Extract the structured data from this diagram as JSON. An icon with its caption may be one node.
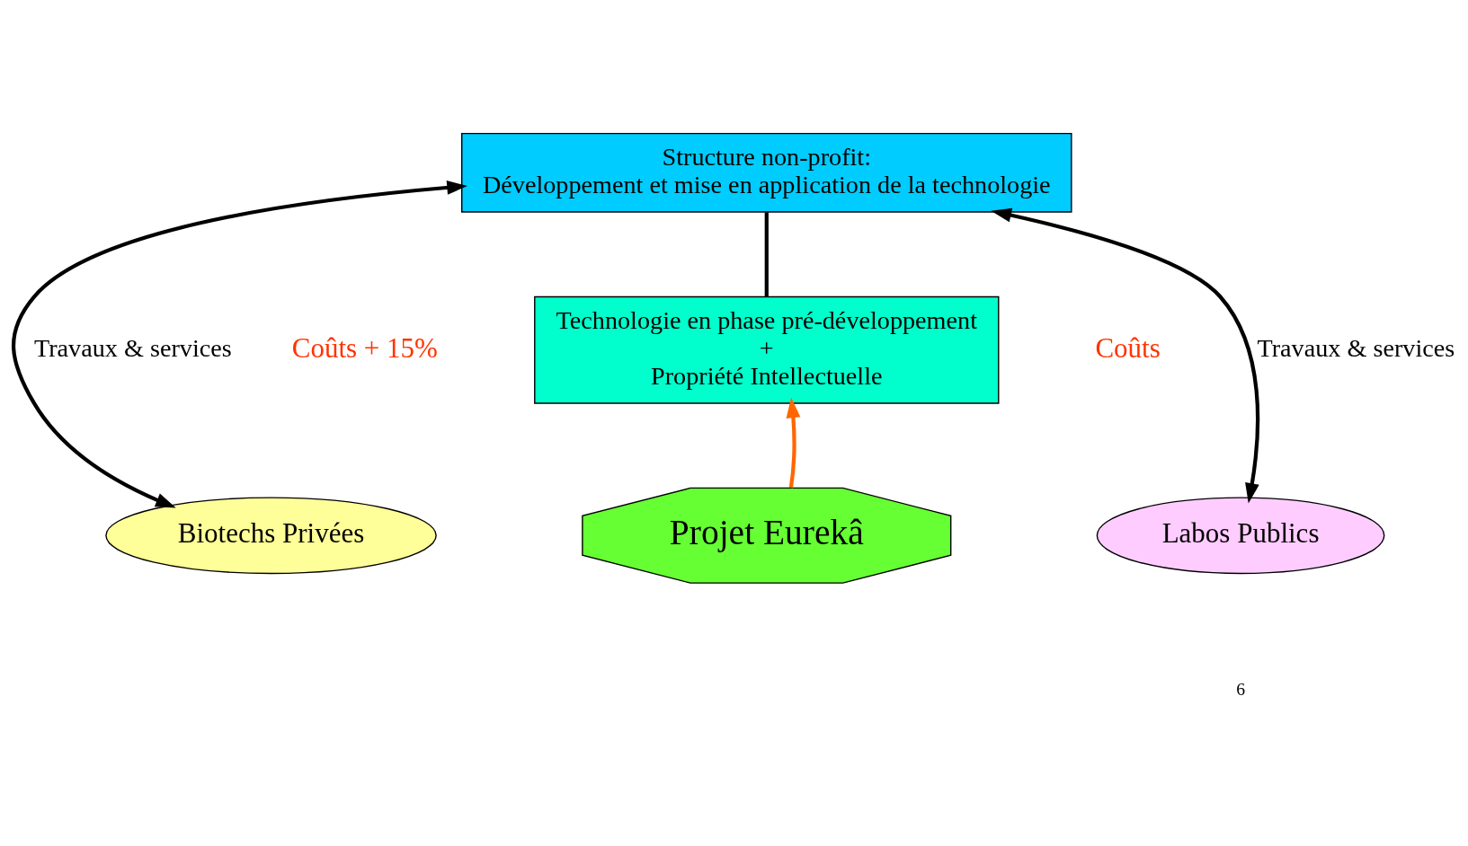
{
  "diagram": {
    "nodes": [
      {
        "text": [
          "Structure non-profit:",
          "Développement et mise en application de la technologie"
        ]
      },
      {
        "text": [
          "Technologie en phase pré-développement",
          "+",
          "Propriété Intellectuelle"
        ]
      },
      {
        "text": [
          "Biotechs Privées"
        ]
      },
      {
        "text": [
          "Labos Publics"
        ]
      },
      {
        "text": [
          "Projet Eurekâ"
        ]
      }
    ],
    "edges": [
      {
        "from": 0,
        "to": 1,
        "arrow": "none"
      },
      {
        "from": 0,
        "to": 2,
        "arrow": "both",
        "label": "Travaux & services"
      },
      {
        "from": 0,
        "to": 3,
        "arrow": "both",
        "label": "Travaux & services"
      },
      {
        "from": 4,
        "to": 1,
        "arrow": "to",
        "color": "#ff6600"
      }
    ],
    "labels": [
      "Coûts + 15%",
      "Coûts",
      "6"
    ]
  }
}
